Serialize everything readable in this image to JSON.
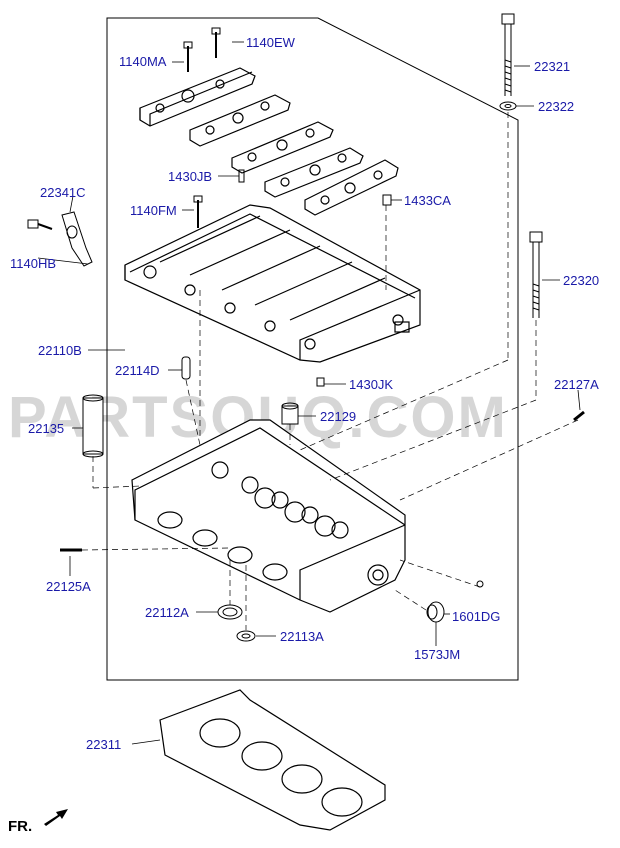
{
  "watermark": "PARTSOUQ.COM",
  "direction_label": "FR.",
  "parts": [
    {
      "id": "1140MA",
      "name": "part-label-1140ma"
    },
    {
      "id": "1140EW",
      "name": "part-label-1140ew"
    },
    {
      "id": "22321",
      "name": "part-label-22321"
    },
    {
      "id": "22322",
      "name": "part-label-22322"
    },
    {
      "id": "1430JB",
      "name": "part-label-1430jb"
    },
    {
      "id": "22341C",
      "name": "part-label-22341c"
    },
    {
      "id": "1140FM",
      "name": "part-label-1140fm"
    },
    {
      "id": "1433CA",
      "name": "part-label-1433ca"
    },
    {
      "id": "1140HB",
      "name": "part-label-1140hb"
    },
    {
      "id": "22320",
      "name": "part-label-22320"
    },
    {
      "id": "22110B",
      "name": "part-label-22110b"
    },
    {
      "id": "22114D",
      "name": "part-label-22114d"
    },
    {
      "id": "1430JK",
      "name": "part-label-1430jk"
    },
    {
      "id": "22127A",
      "name": "part-label-22127a"
    },
    {
      "id": "22135",
      "name": "part-label-22135"
    },
    {
      "id": "22129",
      "name": "part-label-22129"
    },
    {
      "id": "22125A",
      "name": "part-label-22125a"
    },
    {
      "id": "22112A",
      "name": "part-label-22112a"
    },
    {
      "id": "1601DG",
      "name": "part-label-1601dg"
    },
    {
      "id": "22113A",
      "name": "part-label-22113a"
    },
    {
      "id": "1573JM",
      "name": "part-label-1573jm"
    },
    {
      "id": "22311",
      "name": "part-label-22311"
    }
  ]
}
